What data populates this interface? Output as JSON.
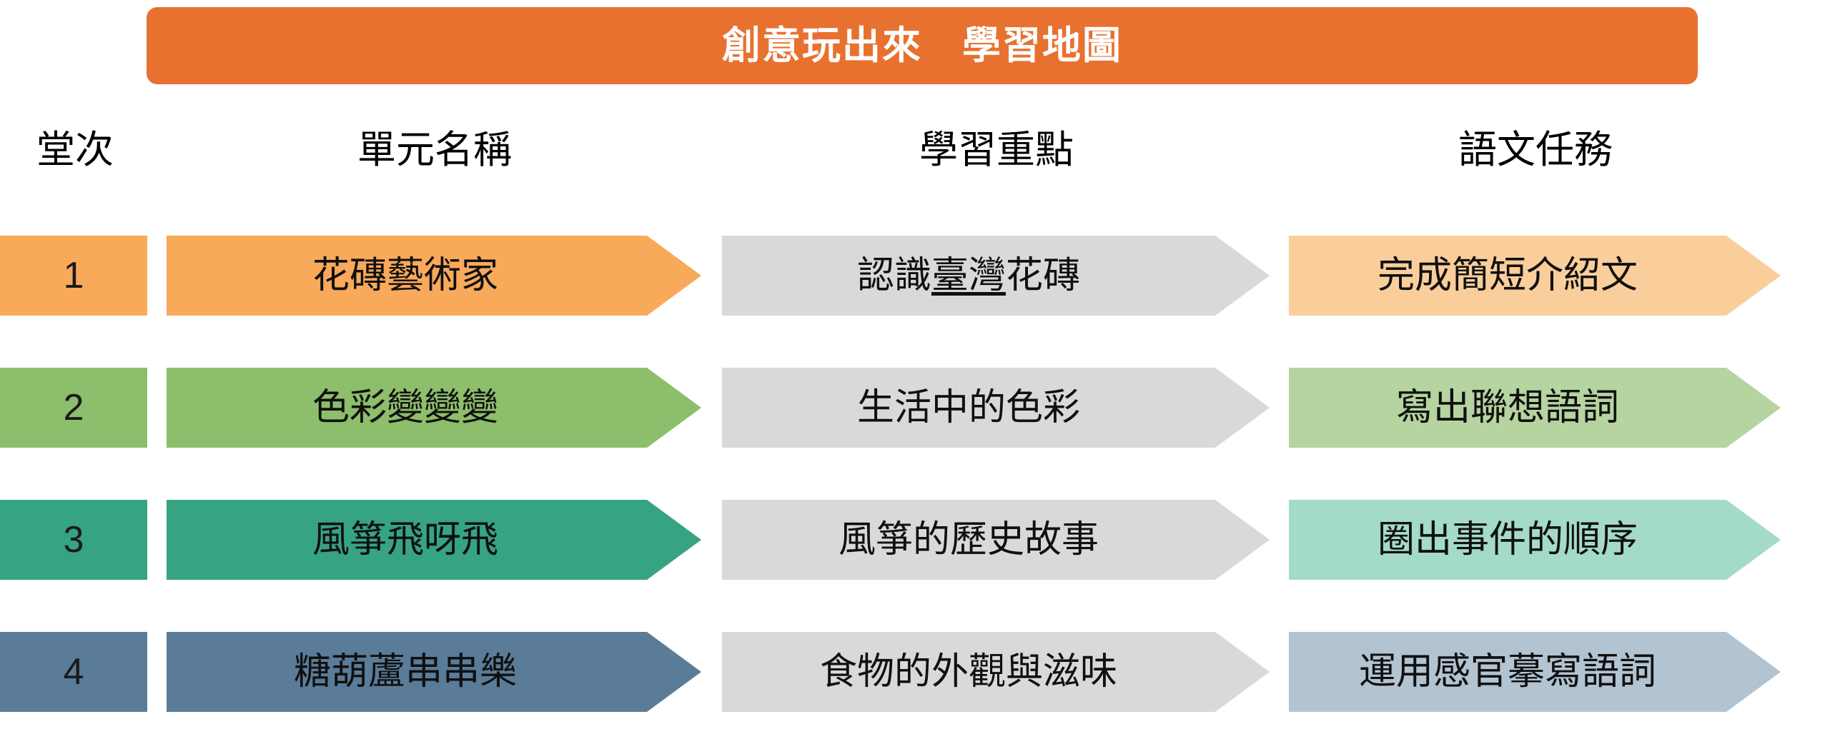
{
  "title_bar": {
    "text": "創意玩出來　學習地圖",
    "background_color": "#E8712F",
    "text_color": "#FFFFFF"
  },
  "columns": [
    {
      "key": "lesson",
      "header": "堂次"
    },
    {
      "key": "unit",
      "header": "單元名稱"
    },
    {
      "key": "focus",
      "header": "學習重點"
    },
    {
      "key": "task",
      "header": "語文任務"
    }
  ],
  "palette": {
    "focus_gray": "#D9D9D9",
    "row_colors": [
      {
        "strong": "#F9A95A",
        "light": "#FACE9B"
      },
      {
        "strong": "#8CBE6B",
        "light": "#B5D4A0"
      },
      {
        "strong": "#36A383",
        "light": "#A3DBC8"
      },
      {
        "strong": "#5A7C99",
        "light": "#B2C3D2"
      }
    ]
  },
  "rows": [
    {
      "lesson": "1",
      "unit": "花磚藝術家",
      "focus_prefix": "認識",
      "focus_underlined": "臺灣",
      "focus_suffix": "花磚",
      "focus": "認識臺灣花磚",
      "task": "完成簡短介紹文",
      "strong_color": "#F9A95A",
      "light_color": "#FACE9B"
    },
    {
      "lesson": "2",
      "unit": "色彩變變變",
      "focus_prefix": "生活中的色彩",
      "focus_underlined": "",
      "focus_suffix": "",
      "focus": "生活中的色彩",
      "task": "寫出聯想語詞",
      "strong_color": "#8CBE6B",
      "light_color": "#B5D4A0"
    },
    {
      "lesson": "3",
      "unit": "風箏飛呀飛",
      "focus_prefix": "風箏的歷史故事",
      "focus_underlined": "",
      "focus_suffix": "",
      "focus": "風箏的歷史故事",
      "task": "圈出事件的順序",
      "strong_color": "#36A383",
      "light_color": "#A3DBC8"
    },
    {
      "lesson": "4",
      "unit": "糖葫蘆串串樂",
      "focus_prefix": "食物的外觀與滋味",
      "focus_underlined": "",
      "focus_suffix": "",
      "focus": "食物的外觀與滋味",
      "task": "運用感官摹寫語詞",
      "strong_color": "#5A7C99",
      "light_color": "#B2C3D2"
    }
  ]
}
